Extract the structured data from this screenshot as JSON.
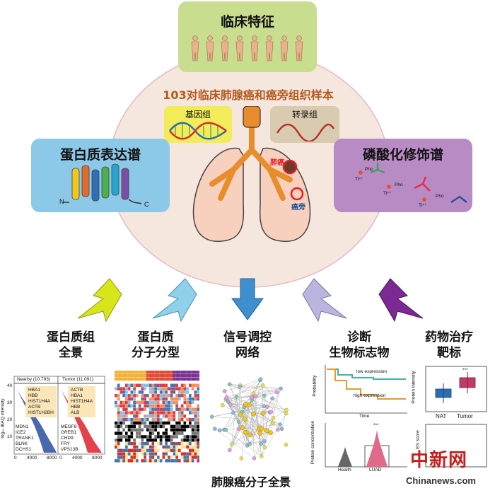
{
  "colors": {
    "clinical_box": "#c9dd8e",
    "genome_box": "#f2ec5a",
    "transcript_box": "#d9cbb0",
    "proteome_box": "#8cc8e8",
    "phospho_box": "#b88bc4",
    "circle_fill": "#f4e6dc",
    "lung": "#f7d1bd",
    "airway": "#e98c2c",
    "arrow1": "#d7e51a",
    "arrow2": "#8fd0ea",
    "arrow3": "#3f8fcf",
    "arrow4": "#b9b5df",
    "arrow5": "#7b2a94",
    "tumor_red": "#e0202a",
    "nearby_blue": "#2b4ea0"
  },
  "top": {
    "clinical_title": "临床特征",
    "main_title": "103对临床肺腺癌和癌旁组织样本",
    "genome_label": "基因组",
    "transcriptome_label": "转录组",
    "proteome_title": "蛋白质表达谱",
    "phospho_title": "磷酸化修饰谱",
    "tumor_label": "肺癌",
    "nat_label": "癌旁",
    "n_label": "N",
    "c_label": "C",
    "ti_label": "Ti⁴⁺",
    "pho_label": "Pho"
  },
  "sections": {
    "s1_line1": "蛋白质组",
    "s1_line2": "全景",
    "s2_line1": "蛋白质",
    "s2_line2": "分子分型",
    "s3_line1": "信号调控",
    "s3_line2": "网络",
    "s4_line1": "诊断",
    "s4_line2": "生物标志物",
    "s5_line1": "药物治疗",
    "s5_line2": "靶标"
  },
  "panel1": {
    "ylabel": "log₁₀ iBAQ intensity",
    "nearby_header": "Nearby (10,793)",
    "tumor_header": "Tumor (11,091)",
    "yticks": [
      "40",
      "30",
      "20",
      "10"
    ],
    "xticks_left": [
      "0",
      "4000",
      "8000"
    ],
    "xticks_right": [
      "0",
      "4000",
      "8000"
    ],
    "nearby_top": [
      "HBA1",
      "HBB",
      "HIST1H4A",
      "ACTB",
      "HIST1H2BH"
    ],
    "nearby_bottom": [
      "MDN1",
      "ICE2",
      "TRANK1",
      "BLNK",
      "DCHS1"
    ],
    "tumor_top": [
      "ACTB",
      "HBA1",
      "HIST1H4A",
      "HBB",
      "ALB"
    ],
    "tumor_bottom": [
      "MEGF8",
      "GREB1",
      "CHD9",
      "FRY",
      "VPS13B"
    ]
  },
  "panel4": {
    "km_ylabel": "Probability",
    "km_xlabel": "Time",
    "low_expr": "low expression",
    "high_expr": "high expression",
    "box_ylabel": "Protein concentration",
    "cat1": "Health",
    "cat2": "LUAD",
    "sig": "***"
  },
  "panel5": {
    "ylabel1": "Protein intensity",
    "cat1": "NAT",
    "cat2": "Tumor",
    "sig": "***",
    "ylabel2": "ES score"
  },
  "bottom": {
    "landscape_title": "肺腺癌分子全景",
    "watermark_cn": "中新网",
    "watermark_en": "Chinanews.com"
  }
}
